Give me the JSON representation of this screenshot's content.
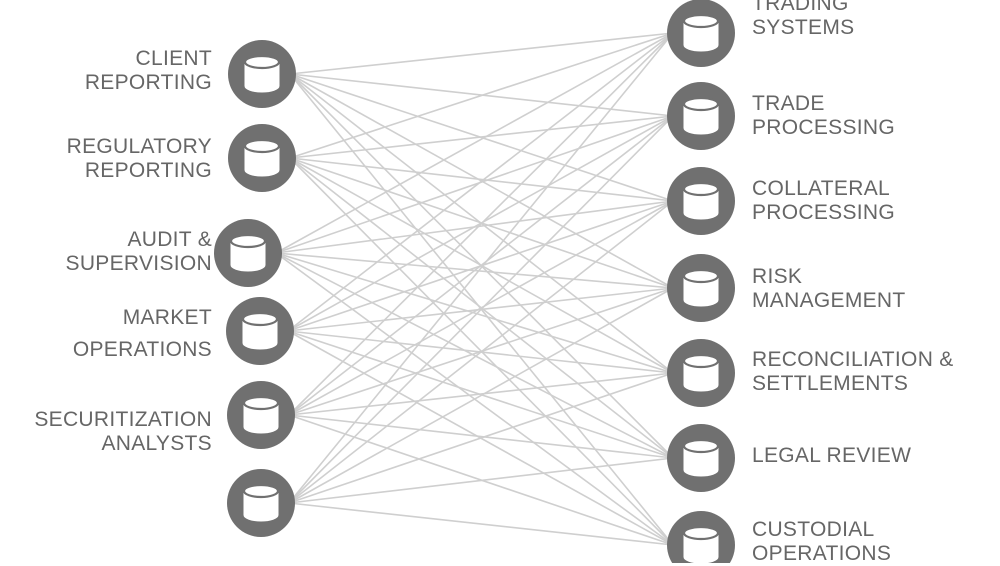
{
  "diagram": {
    "left_nodes": [
      {
        "id": "client-reporting",
        "lines": [
          "CLIENT",
          "REPORTING"
        ]
      },
      {
        "id": "regulatory-reporting",
        "lines": [
          "REGULATORY",
          "REPORTING"
        ]
      },
      {
        "id": "audit-supervision",
        "lines": [
          "AUDIT &",
          "SUPERVISION"
        ]
      },
      {
        "id": "market-operations",
        "lines": [
          "MARKET",
          "OPERATIONS"
        ]
      },
      {
        "id": "securitization-analysts",
        "lines": [
          "SECURITIZATION",
          "ANALYSTS"
        ]
      },
      {
        "id": "unlabeled",
        "lines": []
      }
    ],
    "right_nodes": [
      {
        "id": "trading-systems",
        "lines": [
          "TRADING",
          "SYSTEMS"
        ]
      },
      {
        "id": "trade-processing",
        "lines": [
          "TRADE",
          "PROCESSING"
        ]
      },
      {
        "id": "collateral-processing",
        "lines": [
          "COLLATERAL",
          "PROCESSING"
        ]
      },
      {
        "id": "risk-management",
        "lines": [
          "RISK",
          "MANAGEMENT"
        ]
      },
      {
        "id": "reconciliation-settlements",
        "lines": [
          "RECONCILIATION &",
          "SETTLEMENTS"
        ]
      },
      {
        "id": "legal-review",
        "lines": [
          "LEGAL REVIEW"
        ]
      },
      {
        "id": "custodial-operations",
        "lines": [
          "CUSTODIAL",
          "OPERATIONS"
        ]
      }
    ],
    "edges": "all-to-all",
    "node_icon": "database-icon",
    "colors": {
      "node": "#707070",
      "icon": "#ffffff",
      "edge": "#cfcfcf",
      "label": "#666666"
    }
  }
}
